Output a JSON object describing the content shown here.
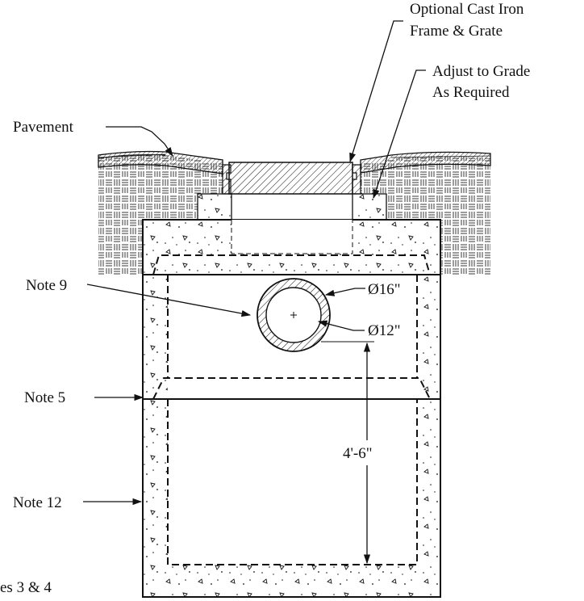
{
  "labels": {
    "optional_frame_line1": "Optional Cast Iron",
    "optional_frame_line2": "Frame & Grate",
    "adjust_line1": "Adjust to Grade",
    "adjust_line2": "As Required",
    "pavement": "Pavement",
    "note9": "Note 9",
    "note5": "Note 5",
    "note12": "Note 12",
    "dim_outer_diameter": "Ø16\"",
    "dim_inner_diameter": "Ø12\"",
    "dim_depth": "4'-6\"",
    "notes_3_4": "es 3 & 4"
  },
  "colors": {
    "line": "#111111",
    "background": "#ffffff"
  }
}
